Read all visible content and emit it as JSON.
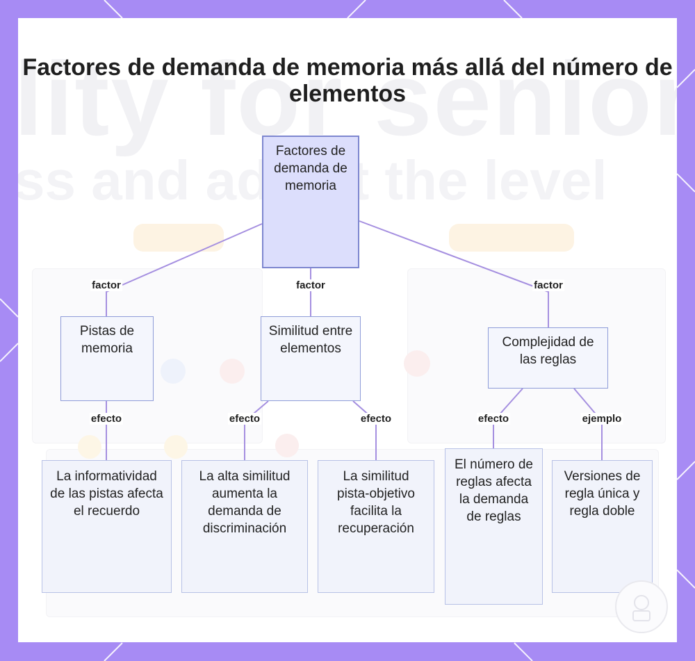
{
  "title": "Factores de demanda de memoria más allá del número de elementos",
  "nodes": {
    "root": "Factores de demanda de memoria",
    "pistas": "Pistas de memoria",
    "similitud": "Similitud entre elementos",
    "complejidad": "Complejidad de las reglas",
    "informatividad": "La informatividad de las pistas afecta el recuerdo",
    "alta_similitud": "La alta similitud aumenta la demanda de discriminación",
    "similitud_pista": "La similitud pista-objetivo facilita la recuperación",
    "numero_reglas": "El número de reglas afecta la demanda de reglas",
    "versiones": "Versiones de regla única y regla doble"
  },
  "edge_labels": {
    "factor_left": "factor",
    "factor_center": "factor",
    "factor_right": "factor",
    "efecto_pistas": "efecto",
    "efecto_alta": "efecto",
    "efecto_pista_objetivo": "efecto",
    "efecto_reglas": "efecto",
    "ejemplo_versiones": "ejemplo"
  },
  "colors": {
    "background": "#a78bf4",
    "root_fill": "#dcdefc",
    "node_border": "#8e9cd8",
    "edge": "#a58fe0"
  }
}
